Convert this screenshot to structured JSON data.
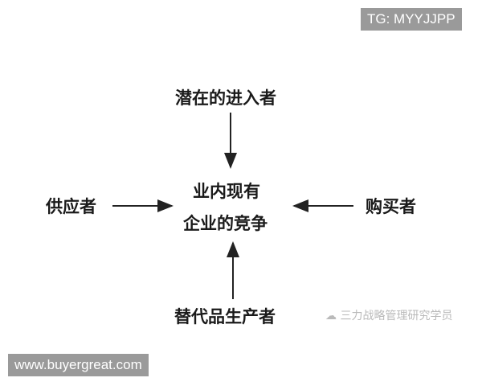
{
  "watermark_tg": "TG: MYYJJPP",
  "watermark_site": "www.buyergreat.com",
  "watermark_wechat": "三力战略管理研究学员",
  "diagram": {
    "top": "潜在的进入者",
    "center_line1": "业内现有",
    "center_line2": "企业的竞争",
    "left": "供应者",
    "right": "购买者",
    "bottom": "替代品生产者"
  }
}
